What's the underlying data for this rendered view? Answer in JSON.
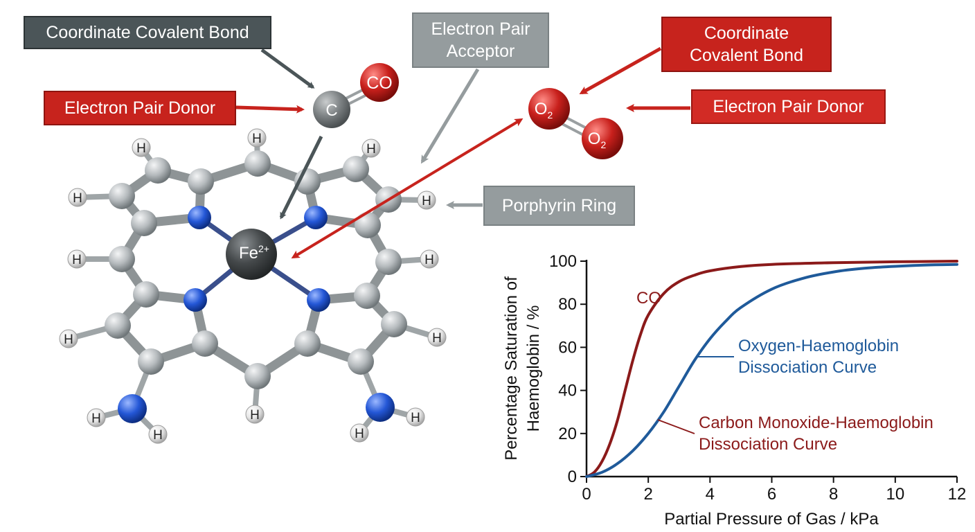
{
  "labels": {
    "co_bond": "Coordinate Covalent Bond",
    "co_donor": "Electron Pair Donor",
    "acceptor_line1": "Electron Pair",
    "acceptor_line2": "Acceptor",
    "o2_bond_line1": "Coordinate",
    "o2_bond_line2": "Covalent Bond",
    "o2_donor": "Electron Pair Donor",
    "porphyrin": "Porphyrin Ring"
  },
  "atoms": {
    "hydrogen": "H",
    "carbon": "C",
    "iron": "Fe",
    "iron_charge": "2+",
    "oxygen": "O",
    "oxygen_sub": "2",
    "co": "CO"
  },
  "colors": {
    "carbon": "#b9bdbf",
    "nitrogen": "#2457d6",
    "hydrogen": "#eeeeee",
    "iron": "#3d4143",
    "oxygen": "#c8201c",
    "co_curve": "#8b1a1a",
    "o2_curve": "#1f5a9a",
    "dark_arrow": "#4b5558",
    "red_arrow": "#c7231d",
    "grey_arrow": "#959c9e"
  },
  "chart_data": {
    "type": "line",
    "xlabel": "Partial Pressure of Gas / kPa",
    "ylabel_line1": "Percentage Saturation of",
    "ylabel_line2": "Haemoglobin / %",
    "xlim": [
      0,
      12
    ],
    "ylim": [
      0,
      100
    ],
    "xticks": [
      0,
      2,
      4,
      6,
      8,
      10,
      12
    ],
    "yticks": [
      0,
      20,
      40,
      60,
      80,
      100
    ],
    "grid": false,
    "annotations": {
      "co_tag": "CO",
      "o2_line1": "Oxygen-Haemoglobin",
      "o2_line2": "Dissociation Curve",
      "co_line1": "Carbon Monoxide-Haemoglobin",
      "co_line2": "Dissociation Curve"
    },
    "series": [
      {
        "key": "co",
        "x": [
          0,
          0.25,
          0.5,
          0.75,
          1.0,
          1.25,
          1.5,
          1.75,
          2.0,
          2.5,
          3.0,
          3.5,
          4.0,
          5.0,
          6.0,
          8.0,
          10.0,
          12.0
        ],
        "y": [
          0,
          2,
          7,
          15,
          26,
          40,
          54,
          66,
          75,
          85,
          90.5,
          93.5,
          95.5,
          97.5,
          98.5,
          99.3,
          99.7,
          100
        ]
      },
      {
        "key": "o2",
        "x": [
          0,
          0.5,
          1.0,
          1.5,
          2.0,
          2.5,
          3.0,
          3.5,
          4.0,
          4.5,
          5.0,
          6.0,
          7.0,
          8.0,
          9.0,
          10.0,
          11.0,
          12.0
        ],
        "y": [
          0,
          2,
          6,
          12,
          20,
          30,
          42,
          54,
          64,
          72,
          78.5,
          87,
          92,
          95,
          96.7,
          97.6,
          98.2,
          98.5
        ]
      }
    ]
  }
}
